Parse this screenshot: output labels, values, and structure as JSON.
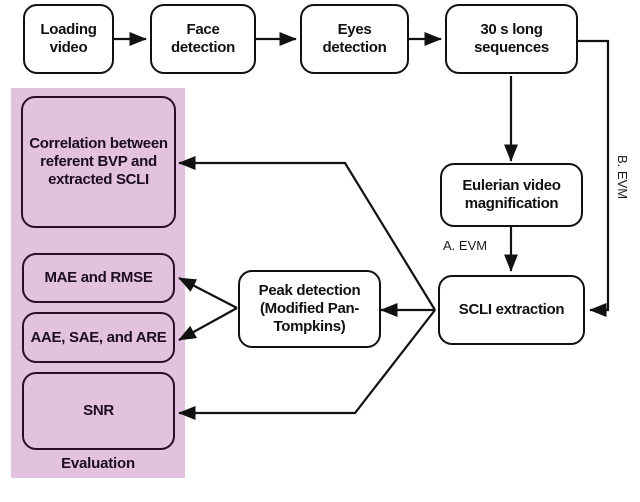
{
  "diagram": {
    "title": "rPPG / SCLI extraction and evaluation pipeline flowchart",
    "colors": {
      "panel_fill": "#e2c2de",
      "panel_border": "#2a0f2c",
      "node_stroke": "#111111",
      "node_fill": "#ffffff",
      "text": "#111111"
    },
    "pipeline_nodes": [
      {
        "id": "loading-video",
        "label": "Loading video"
      },
      {
        "id": "face-detection",
        "label": "Face detection"
      },
      {
        "id": "eyes-detection",
        "label": "Eyes detection"
      },
      {
        "id": "long-sequences",
        "label": "30 s long sequences"
      },
      {
        "id": "eulerian-video-magnification",
        "label": "Eulerian video magnification"
      },
      {
        "id": "scli-extraction",
        "label": "SCLI extraction"
      },
      {
        "id": "peak-detection",
        "label": "Peak detection (Modified Pan-Tompkins)"
      }
    ],
    "evaluation_panel": {
      "label": "Evaluation",
      "nodes": [
        {
          "id": "correlation",
          "label": "Correlation between referent BVP and extracted SCLI"
        },
        {
          "id": "mae-rmse",
          "label": "MAE and RMSE"
        },
        {
          "id": "aae-sae-are",
          "label": "AAE, SAE, and ARE"
        },
        {
          "id": "snr",
          "label": "SNR"
        }
      ]
    },
    "edge_labels": [
      {
        "id": "a-evm",
        "label": "A. EVM"
      },
      {
        "id": "b-evm",
        "label": "B. EVM"
      }
    ],
    "caption": "   "
  }
}
